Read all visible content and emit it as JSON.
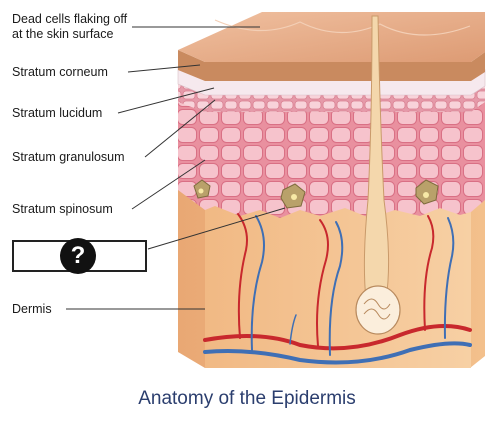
{
  "labels": {
    "dead_cells_line1": "Dead cells flaking  off",
    "dead_cells_line2": "at the skin surface",
    "stratum_corneum": "Stratum corneum",
    "stratum_lucidum": "Stratum lucidum",
    "stratum_granulosum": "Stratum granulosum",
    "stratum_spinosum": "Stratum spinosum",
    "unknown_layer": "?",
    "dermis": "Dermis"
  },
  "caption": "Anatomy of the Epidermis",
  "colors": {
    "caption": "#2b3e6e",
    "surface": "#e4a882",
    "corneum": "#c98a5f",
    "lucidum": "#f4e6ea",
    "epidermis_cells": "#ec9fae",
    "dermis": "#f4c592",
    "artery": "#c8282d",
    "vein": "#3f6fb5"
  },
  "icons": {
    "question": "question-mark-icon"
  }
}
